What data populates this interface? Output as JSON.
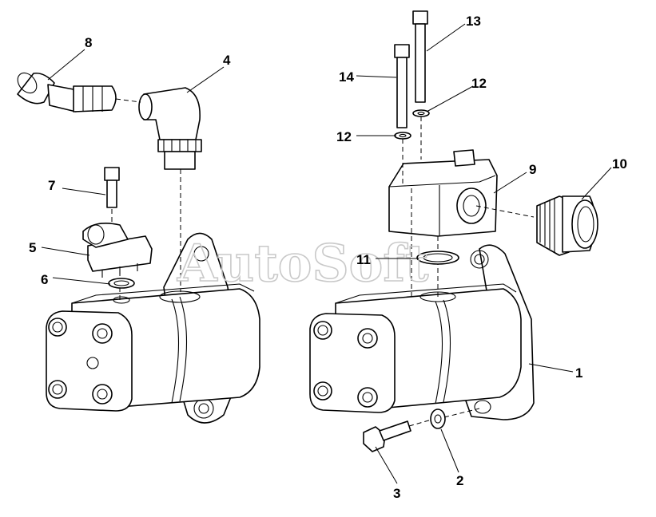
{
  "watermark": "AutoSoft",
  "callouts": {
    "c1": "1",
    "c2": "2",
    "c3": "3",
    "c4": "4",
    "c5": "5",
    "c6": "6",
    "c7": "7",
    "c8": "8",
    "c9": "9",
    "c10": "10",
    "c11": "11",
    "c12a": "12",
    "c12b": "12",
    "c13": "13",
    "c14": "14"
  }
}
